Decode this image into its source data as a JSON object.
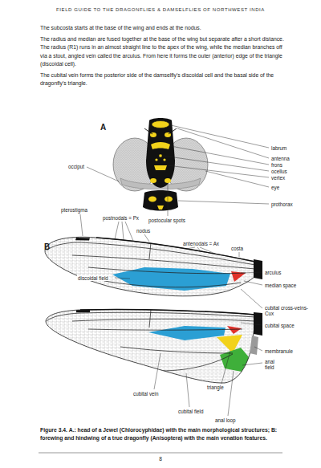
{
  "diagram": {
    "title": "FIELD GUIDE TO THE DRAGONFLIES & DAMSELFLIES OF NORTHWEST INDIA",
    "caption": "Figure 3.4. A.: head of a Jewel (Chlorocyphidae) with the main morphological structures; B: forewing and hindwing of a true dragonfly (Anisoptera) with the main venation features.",
    "labels": [
      "The subcosta starts at the base of the wing and ends at the nodus.",
      "The radius and median are fused together at the base of the wing but separate after a short distance. The radius (R1) runs in an almost straight line to the apex of the wing, while the median branches off via a stout, angled vein called the arculus. From here it forms the outer (anterior) edge of the triangle (discoidal cell).",
      "The cubital vein forms the posterior side of the damselfly's discoidal cell and the basal side of the dragonfly's triangle.",
      "A",
      "labrum",
      "antenna",
      "frons",
      "ocellus",
      "vertex",
      "occiput",
      "eye",
      "prothorax",
      "postocular spots",
      "B",
      "pterostigma",
      "postnodals = Px",
      "nodus",
      "antenodals = Ax",
      "costa",
      "arculus",
      "median space",
      "discoidal field",
      "cubital cross-veins-Cux",
      "cubital space",
      "membranule",
      "anal field",
      "triangle",
      "cubital vein",
      "cubital field",
      "anal loop",
      "8"
    ]
  }
}
